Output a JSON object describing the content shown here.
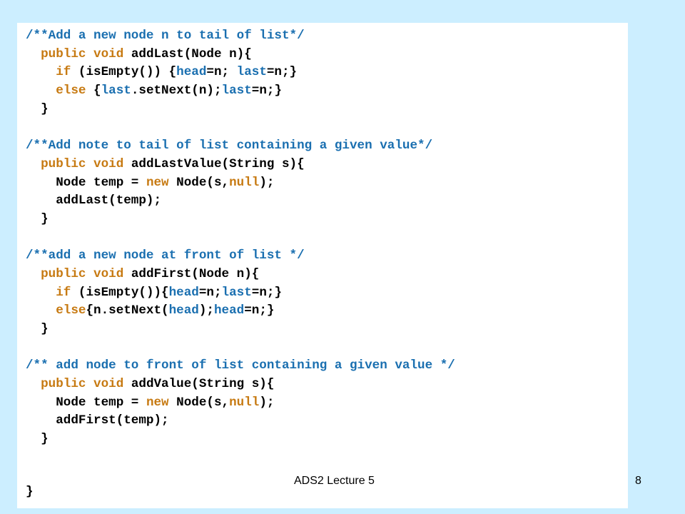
{
  "colors": {
    "background": "#cceeff",
    "panel": "#ffffff",
    "comment": "#1a6fb0",
    "keyword": "#c77a12",
    "text": "#000000"
  },
  "code": {
    "lines": [
      [
        {
          "t": "/**Add a new node n to tail of list*/",
          "k": "c"
        }
      ],
      [
        {
          "t": "  ",
          "k": "t"
        },
        {
          "t": "public void",
          "k": "k"
        },
        {
          "t": " addLast(Node n){",
          "k": "t"
        }
      ],
      [
        {
          "t": "    ",
          "k": "t"
        },
        {
          "t": "if",
          "k": "k"
        },
        {
          "t": " (isEmpty()) {",
          "k": "t"
        },
        {
          "t": "head",
          "k": "c"
        },
        {
          "t": "=n; ",
          "k": "t"
        },
        {
          "t": "last",
          "k": "c"
        },
        {
          "t": "=n;}",
          "k": "t"
        }
      ],
      [
        {
          "t": "    ",
          "k": "t"
        },
        {
          "t": "else",
          "k": "k"
        },
        {
          "t": " {",
          "k": "t"
        },
        {
          "t": "last",
          "k": "c"
        },
        {
          "t": ".setNext(n);",
          "k": "t"
        },
        {
          "t": "last",
          "k": "c"
        },
        {
          "t": "=n;}",
          "k": "t"
        }
      ],
      [
        {
          "t": "  }",
          "k": "t"
        }
      ],
      [],
      [
        {
          "t": "/**Add note to tail of list containing a given value*/",
          "k": "c"
        }
      ],
      [
        {
          "t": "  ",
          "k": "t"
        },
        {
          "t": "public void",
          "k": "k"
        },
        {
          "t": " addLastValue(String s){",
          "k": "t"
        }
      ],
      [
        {
          "t": "    Node temp = ",
          "k": "t"
        },
        {
          "t": "new",
          "k": "k"
        },
        {
          "t": " Node(s,",
          "k": "t"
        },
        {
          "t": "null",
          "k": "k"
        },
        {
          "t": ");",
          "k": "t"
        }
      ],
      [
        {
          "t": "    addLast(temp);",
          "k": "t"
        }
      ],
      [
        {
          "t": "  }",
          "k": "t"
        }
      ],
      [],
      [
        {
          "t": "/**add a new node at front of list */",
          "k": "c"
        }
      ],
      [
        {
          "t": "  ",
          "k": "t"
        },
        {
          "t": "public void",
          "k": "k"
        },
        {
          "t": " addFirst(Node n){",
          "k": "t"
        }
      ],
      [
        {
          "t": "    ",
          "k": "t"
        },
        {
          "t": "if",
          "k": "k"
        },
        {
          "t": " (isEmpty()){",
          "k": "t"
        },
        {
          "t": "head",
          "k": "c"
        },
        {
          "t": "=n;",
          "k": "t"
        },
        {
          "t": "last",
          "k": "c"
        },
        {
          "t": "=n;}",
          "k": "t"
        }
      ],
      [
        {
          "t": "    ",
          "k": "t"
        },
        {
          "t": "else",
          "k": "k"
        },
        {
          "t": "{n.setNext(",
          "k": "t"
        },
        {
          "t": "head",
          "k": "c"
        },
        {
          "t": ");",
          "k": "t"
        },
        {
          "t": "head",
          "k": "c"
        },
        {
          "t": "=n;}",
          "k": "t"
        }
      ],
      [
        {
          "t": "  }",
          "k": "t"
        }
      ],
      [],
      [
        {
          "t": "/** add node to front of list containing a given value */",
          "k": "c"
        }
      ],
      [
        {
          "t": "  ",
          "k": "t"
        },
        {
          "t": "public void",
          "k": "k"
        },
        {
          "t": " addValue(String s){",
          "k": "t"
        }
      ],
      [
        {
          "t": "    Node temp = ",
          "k": "t"
        },
        {
          "t": "new",
          "k": "k"
        },
        {
          "t": " Node(s,",
          "k": "t"
        },
        {
          "t": "null",
          "k": "k"
        },
        {
          "t": ");",
          "k": "t"
        }
      ],
      [
        {
          "t": "    addFirst(temp);",
          "k": "t"
        }
      ],
      [
        {
          "t": "  }",
          "k": "t"
        }
      ]
    ],
    "closing_brace": "}"
  },
  "footer": {
    "label": "ADS2 Lecture 5",
    "page_number": "8"
  }
}
